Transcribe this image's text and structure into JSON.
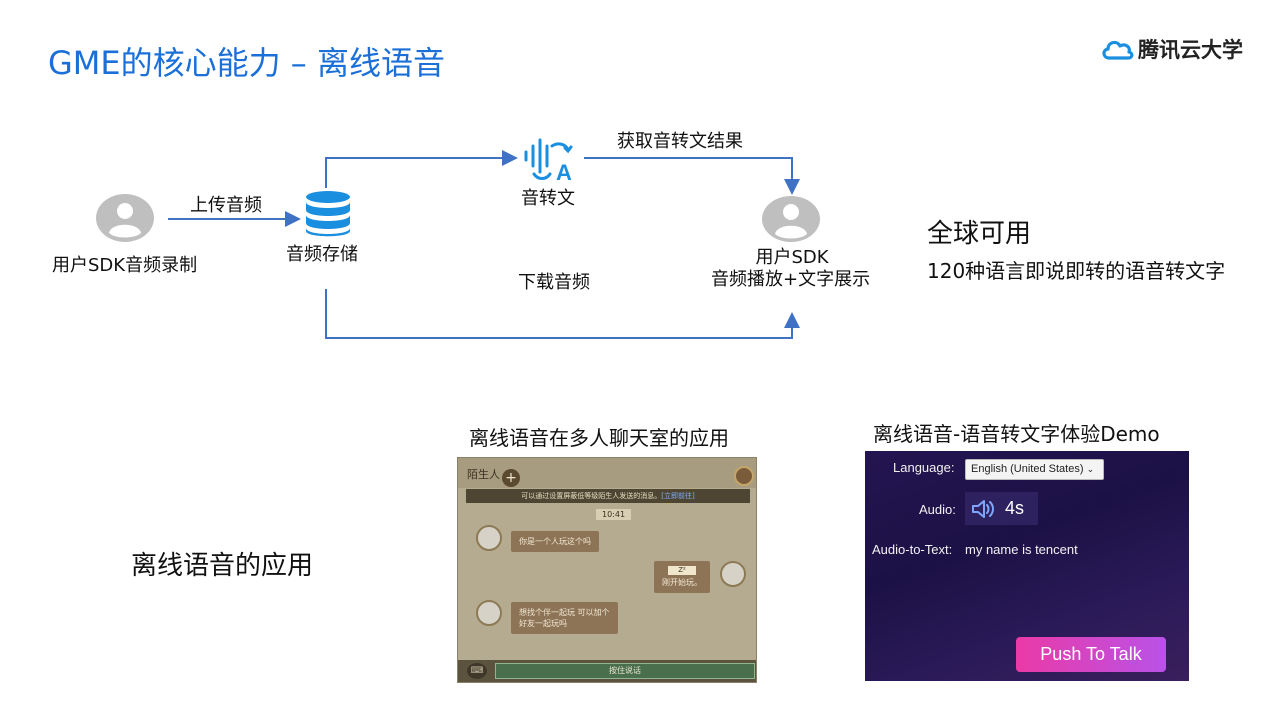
{
  "title": "GME的核心能力 – 离线语音",
  "logo": {
    "text": "腾讯云大学",
    "icon": "cloud-icon"
  },
  "flow": {
    "record_label": "用户SDK音频录制",
    "upload_label": "上传音频",
    "storage_label": "音频存储",
    "stt_label": "音转文",
    "get_result_label": "获取音转文结果",
    "download_label": "下载音频",
    "playback_label_1": "用户SDK",
    "playback_label_2": "音频播放+文字展示"
  },
  "features": {
    "title": "全球可用",
    "desc": "120种语言即说即转的语音转文字"
  },
  "left_caption": "离线语音的应用",
  "game_caption": "离线语音在多人聊天室的应用",
  "demo_caption": "离线语音-语音转文字体验Demo",
  "game": {
    "contact_name": "陌生人",
    "notice": "可以通过设置屏蔽低等级陌生人发送的消息。",
    "notice_link": "[立即前往]",
    "time": "10:41",
    "msg1": "你是一个人玩这个吗",
    "emoticon": "Z²",
    "msg2": "刚开始玩。",
    "msg3_line1": "想找个伴一起玩 可以加个",
    "msg3_line2": "好友一起玩吗",
    "push_label": "按住说话"
  },
  "demo": {
    "language_label": "Language:",
    "language_value": "English (United States)",
    "audio_label": "Audio:",
    "audio_length": "4s",
    "text_label": "Audio-to-Text:",
    "text_value": "my name is tencent",
    "push_button": "Push To Talk"
  },
  "colors": {
    "title": "#1a6fd8",
    "arrow": "#3f72c4",
    "database": "#1a8fe0",
    "user_icon": "#bfbfbf"
  }
}
